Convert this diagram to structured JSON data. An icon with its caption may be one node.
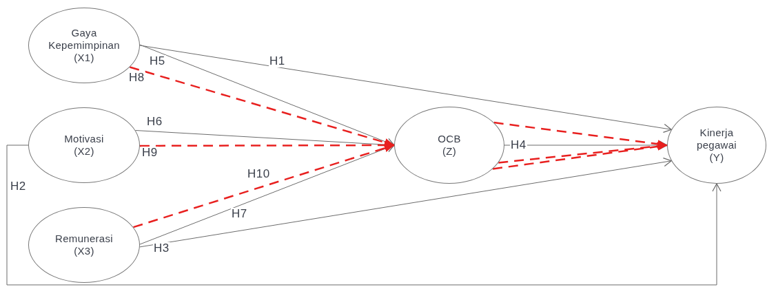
{
  "diagram": {
    "nodes": [
      {
        "text": [
          "Gaya Kepemimpinan (X1)"
        ]
      },
      {
        "text": [
          "Motivasi (X2)"
        ]
      },
      {
        "text": [
          "Remunerasi (X3)"
        ]
      },
      {
        "text": [
          "OCB (Z)"
        ]
      },
      {
        "text": [
          "Kinerja pegawai (Y)"
        ]
      }
    ],
    "edges": [
      {
        "from": 0,
        "to": 4,
        "arrow": "to",
        "label": "H1"
      },
      {
        "from": 1,
        "to": 4,
        "arrow": "to",
        "label": "H2"
      },
      {
        "from": 2,
        "to": 4,
        "arrow": "to",
        "label": "H3"
      },
      {
        "from": 3,
        "to": 4,
        "arrow": "to",
        "label": "H4"
      },
      {
        "from": 0,
        "to": 3,
        "arrow": "to",
        "label": "H5"
      },
      {
        "from": 1,
        "to": 3,
        "arrow": "to",
        "label": "H6"
      },
      {
        "from": 2,
        "to": 3,
        "arrow": "to",
        "label": "H7"
      },
      {
        "from": 0,
        "to": 3,
        "arrow": "to",
        "label": "H8",
        "style": "dashed",
        "color": "#e8201f"
      },
      {
        "from": 1,
        "to": 3,
        "arrow": "to",
        "label": "H9",
        "style": "dashed",
        "color": "#e8201f"
      },
      {
        "from": 2,
        "to": 3,
        "arrow": "to",
        "label": "H10",
        "style": "dashed",
        "color": "#e8201f"
      },
      {
        "from": 3,
        "to": 4,
        "arrow": "to",
        "style": "dashed",
        "color": "#e8201f"
      },
      {
        "from": 3,
        "to": 4,
        "arrow": "to",
        "style": "dashed",
        "color": "#e8201f"
      },
      {
        "from": 3,
        "to": 4,
        "arrow": "to",
        "style": "dashed",
        "color": "#e8201f"
      }
    ]
  }
}
